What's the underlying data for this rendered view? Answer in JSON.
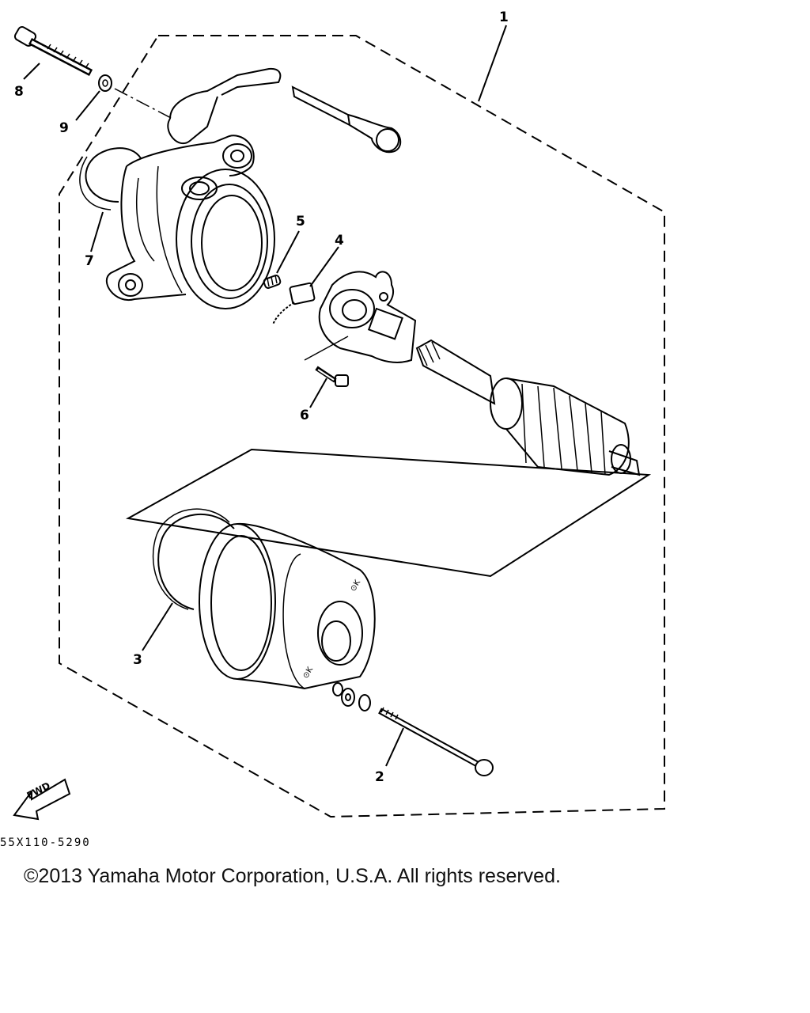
{
  "diagram": {
    "callouts": {
      "c1": "1",
      "c2": "2",
      "c3": "3",
      "c4": "4",
      "c5": "5",
      "c6": "6",
      "c7": "7",
      "c8": "8",
      "c9": "9"
    },
    "fwd_label": "FWD",
    "drawing_code": "55X110-5290"
  },
  "footer": {
    "copyright": "©2013 Yamaha Motor Corporation, U.S.A. All rights reserved."
  }
}
